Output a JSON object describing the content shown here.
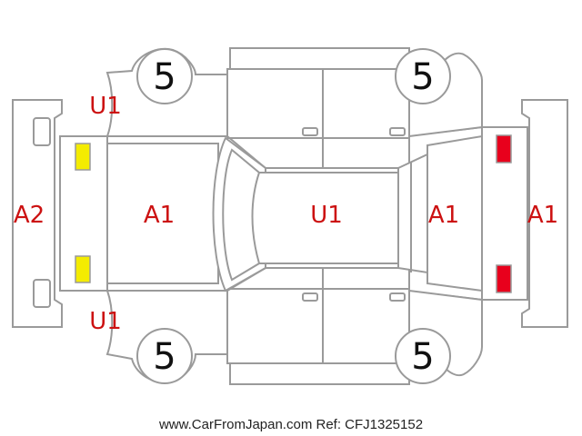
{
  "diagram": {
    "tires": {
      "front_left": "5",
      "front_right": "5",
      "rear_left": "5",
      "rear_right": "5"
    },
    "codes": {
      "rear_bumper": "A2",
      "trunk": "A1",
      "roof": "U1",
      "hood": "A1",
      "front_bumper": "A1",
      "upper_left_fender": "U1",
      "lower_left_fender": "U1"
    },
    "lights": {
      "rear_color": "#f4ec00",
      "front_color": "#e8001c"
    },
    "colors": {
      "outline": "#9a9a9a",
      "code_text": "#cc1111"
    }
  },
  "footer": {
    "watermark": "www.CarFromJapan.com Ref: CFJ1325152"
  }
}
